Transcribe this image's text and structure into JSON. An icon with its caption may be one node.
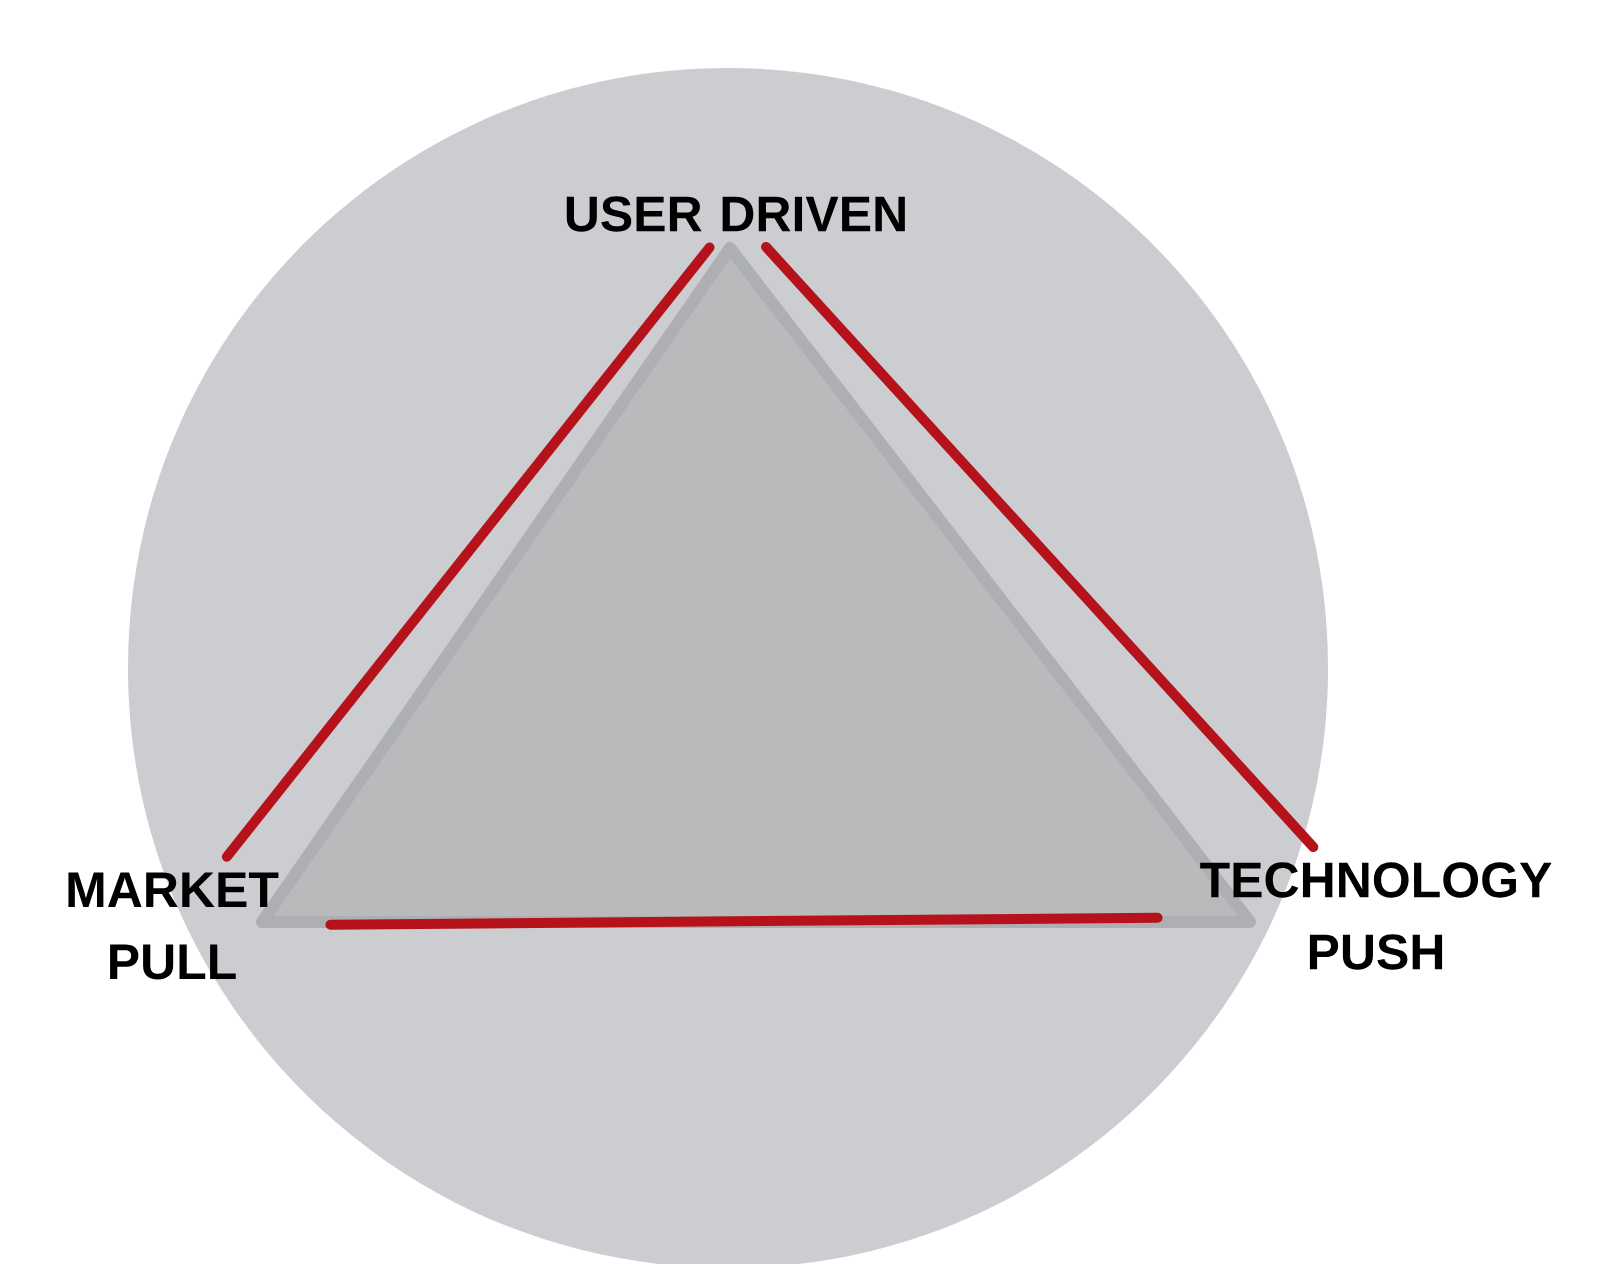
{
  "diagram": {
    "nodes": [
      {
        "text": [
          "USER DRIVEN"
        ]
      },
      {
        "text": [
          "MARKET PULL"
        ]
      },
      {
        "text": [
          "TECHNOLOGY PUSH"
        ]
      }
    ],
    "edges": [
      {
        "from": 0,
        "to": 1,
        "arrow": "none"
      },
      {
        "from": 0,
        "to": 2,
        "arrow": "none"
      },
      {
        "from": 1,
        "to": 2,
        "arrow": "none"
      }
    ]
  }
}
